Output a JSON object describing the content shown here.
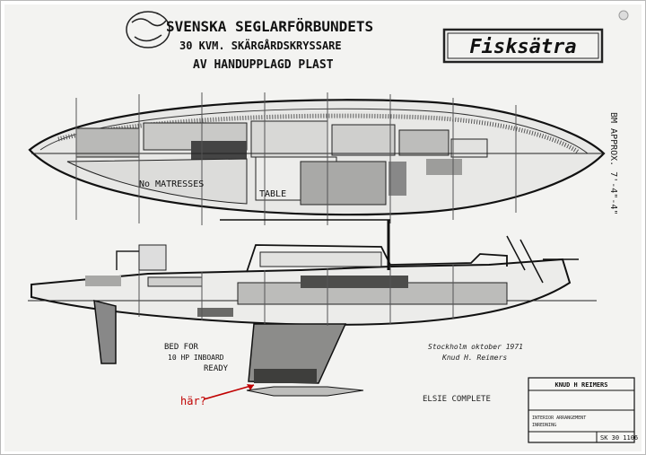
{
  "title": {
    "line1": "SVENSKA SEGLARFÖRBUNDETS",
    "line2": "30 KVM. SKÄRGÅRDSKRYSSARE",
    "line3": "AV HANDUPPLAGD PLAST"
  },
  "logo": {
    "text": "Fisksätra"
  },
  "plan_labels": {
    "mattresses": "No MATRESSES",
    "table": "TABLE"
  },
  "profile_labels": {
    "bed_for": "BED FOR",
    "inboard": "10 HP INBOARD",
    "ready": "READY",
    "signature": "Stockholm oktober 1971",
    "signature2": "Knud H. Reimers",
    "complete": "ELSIE COMPLETE",
    "margin_note": "BM APPROX. 7'-4\"-4\""
  },
  "title_block": {
    "company": "KNUD H REIMERS",
    "line_a": "INTERIOR ARRANGEMENT",
    "line_b": "INREDNING",
    "drawing_number": "SK 30 1106"
  },
  "annotation": {
    "text": "här?",
    "color": "#c00000"
  }
}
